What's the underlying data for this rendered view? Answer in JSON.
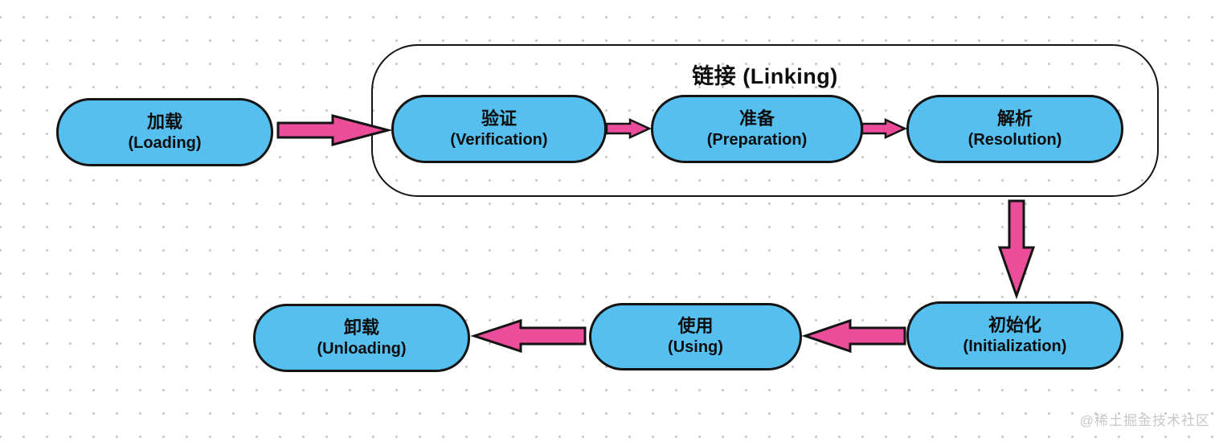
{
  "title": "链接 (Linking)",
  "watermark": "@稀土掘金技术社区",
  "colors": {
    "node_fill": "#55C0F0",
    "arrow_fill": "#EB4D9B",
    "outline": "#141414",
    "watermark_gray": "#C7C7C7"
  },
  "nodes": {
    "loading": {
      "zh": "加载",
      "en": "(Loading)"
    },
    "verification": {
      "zh": "验证",
      "en": "(Verification)"
    },
    "preparation": {
      "zh": "准备",
      "en": "(Preparation)"
    },
    "resolution": {
      "zh": "解析",
      "en": "(Resolution)"
    },
    "initialization": {
      "zh": "初始化",
      "en": "(Initialization)"
    },
    "using": {
      "zh": "使用",
      "en": "(Using)"
    },
    "unloading": {
      "zh": "卸载",
      "en": "(Unloading)"
    }
  },
  "edges": [
    {
      "from": "loading",
      "to": "verification",
      "direction": "right"
    },
    {
      "from": "verification",
      "to": "preparation",
      "direction": "right"
    },
    {
      "from": "preparation",
      "to": "resolution",
      "direction": "right"
    },
    {
      "from": "linking-group",
      "to": "initialization",
      "direction": "down"
    },
    {
      "from": "initialization",
      "to": "using",
      "direction": "left"
    },
    {
      "from": "using",
      "to": "unloading",
      "direction": "left"
    }
  ]
}
